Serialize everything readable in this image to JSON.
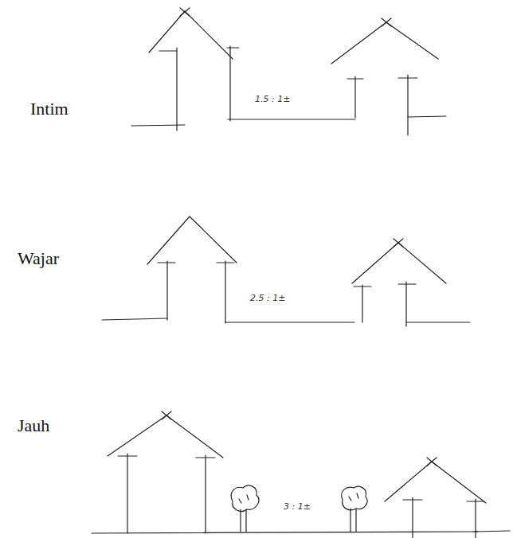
{
  "diagram": {
    "labels": [
      "Intim",
      "1.5 : 1±",
      "Wajar",
      "2.5 : 1±",
      "Jauh",
      "3 : 1±"
    ]
  }
}
